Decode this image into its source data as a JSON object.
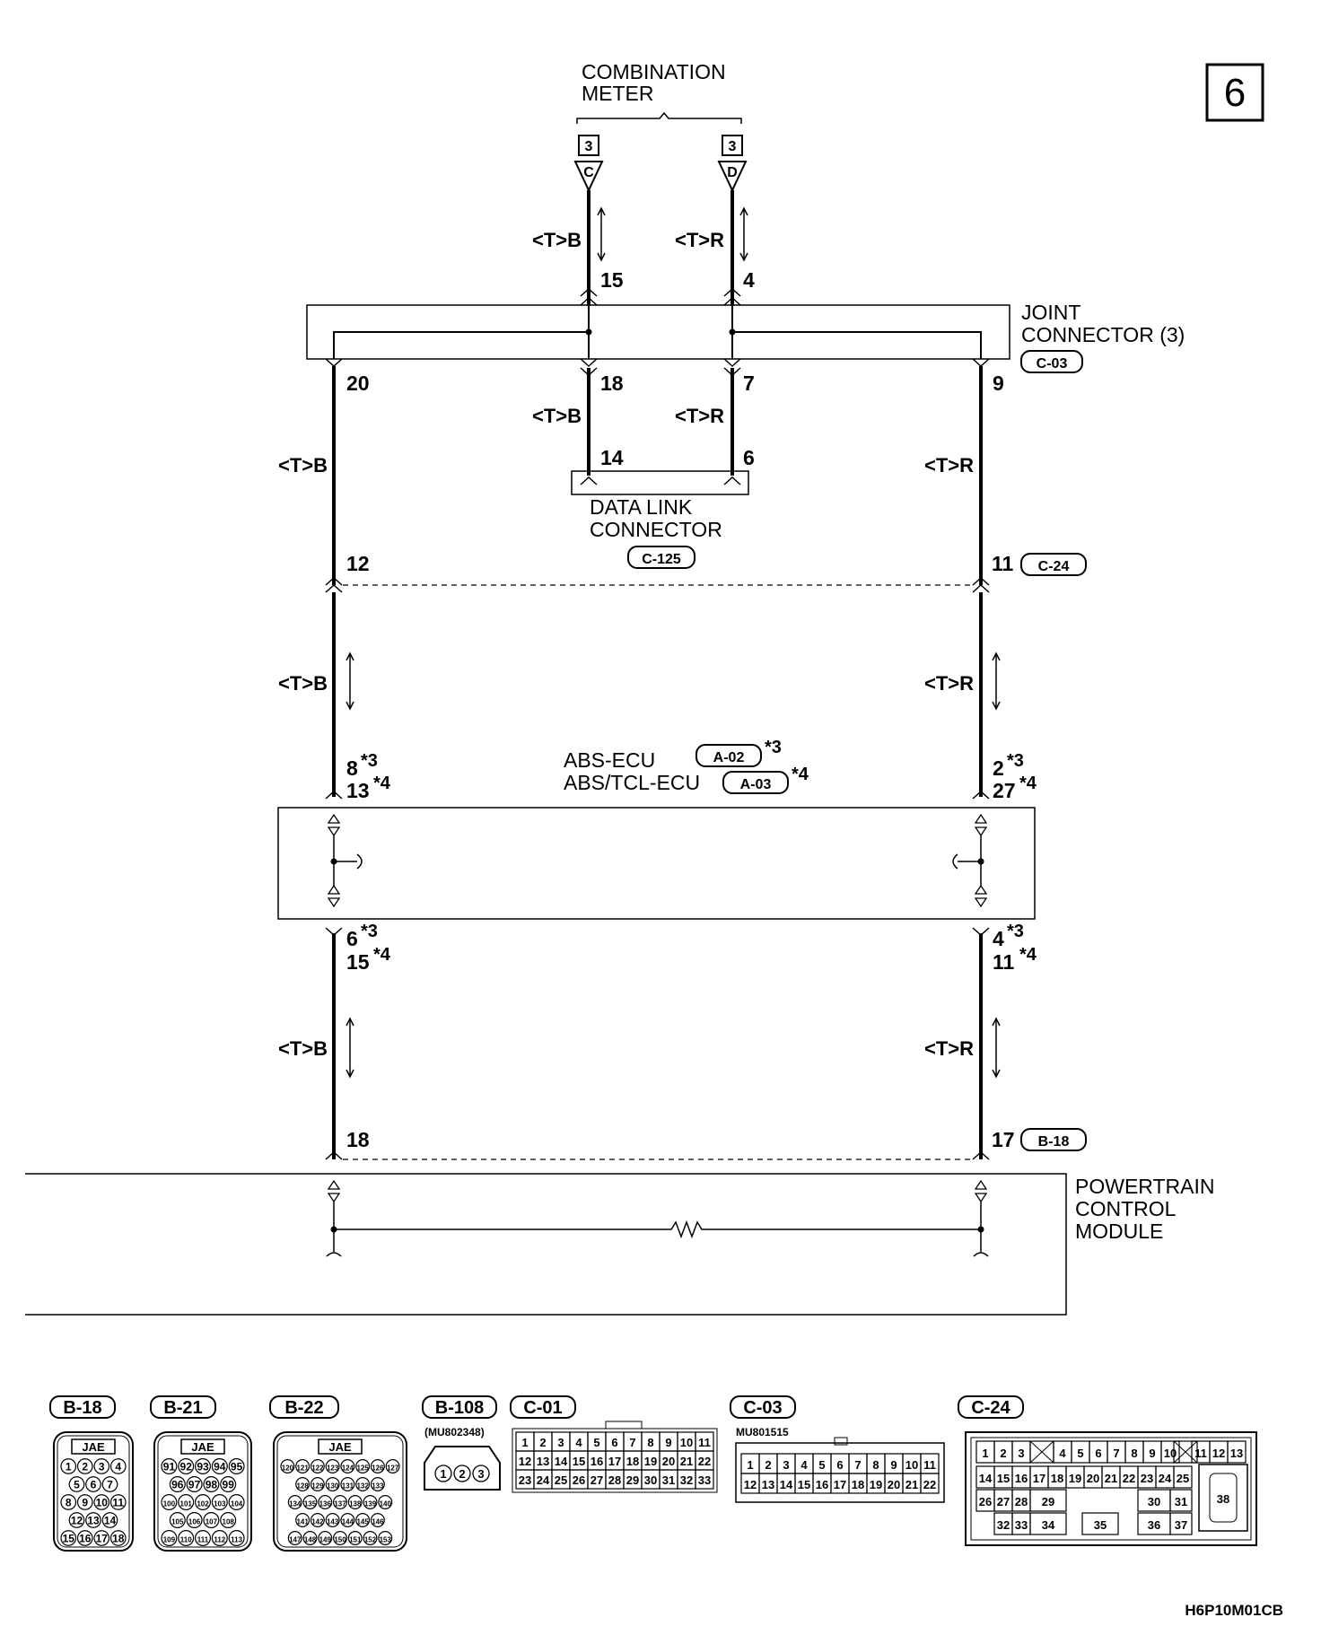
{
  "page_number": "6",
  "figure_code": "H6P10M01CB",
  "combination_meter": {
    "title_line1": "COMBINATION",
    "title_line2": "METER",
    "left_pin": {
      "box": "3",
      "letter": "C"
    },
    "right_pin": {
      "box": "3",
      "letter": "D"
    }
  },
  "wire_colors": {
    "black": "<T>B",
    "red": "<T>R"
  },
  "joint_connector": {
    "title_line1": "JOINT",
    "title_line2": "CONNECTOR (3)",
    "code": "C-03",
    "pins": {
      "top_left": "15",
      "top_right": "4",
      "left_out": "20",
      "mid_left": "18",
      "mid_right": "7",
      "right_out": "9"
    }
  },
  "data_link_connector": {
    "title_line1": "DATA LINK",
    "title_line2": "CONNECTOR",
    "code": "C-125",
    "pins": {
      "left": "14",
      "right": "6"
    }
  },
  "intermediate_connector": {
    "code": "C-24",
    "left_pin": "12",
    "right_pin": "11"
  },
  "abs_ecu": {
    "name1": "ABS-ECU",
    "code1": "A-02",
    "note1": "*3",
    "name2": "ABS/TCL-ECU",
    "code2": "A-03",
    "note2": "*4",
    "top_left_pins": [
      "8",
      "13"
    ],
    "top_right_pins": [
      "2",
      "27"
    ],
    "bottom_left_pins": [
      "6",
      "15"
    ],
    "bottom_right_pins": [
      "4",
      "11"
    ]
  },
  "pcm": {
    "title_line1": "POWERTRAIN",
    "title_line2": "CONTROL",
    "title_line3": "MODULE",
    "code": "B-18",
    "left_pin": "18",
    "right_pin": "17"
  },
  "connector_views": [
    {
      "code": "B-18",
      "maker": "JAE",
      "rows": [
        [
          "1",
          "2",
          "3",
          "4"
        ],
        [
          "5",
          "6",
          "7"
        ],
        [
          "8",
          "9",
          "10",
          "11"
        ],
        [
          "12",
          "13",
          "14"
        ],
        [
          "15",
          "16",
          "17",
          "18"
        ]
      ]
    },
    {
      "code": "B-21",
      "maker": "JAE",
      "rows": [
        [
          "91",
          "92",
          "93",
          "94",
          "95"
        ],
        [
          "96",
          "97",
          "98",
          "99"
        ],
        [
          "100",
          "101",
          "102",
          "103",
          "104"
        ],
        [
          "105",
          "106",
          "107",
          "108"
        ],
        [
          "109",
          "110",
          "111",
          "112",
          "113"
        ]
      ]
    },
    {
      "code": "B-22",
      "maker": "JAE",
      "rows": [
        [
          "120",
          "121",
          "122",
          "123",
          "124",
          "125",
          "126",
          "127"
        ],
        [
          "128",
          "129",
          "130",
          "131",
          "132",
          "133"
        ],
        [
          "134",
          "135",
          "136",
          "137",
          "138",
          "139",
          "140"
        ],
        [
          "141",
          "142",
          "143",
          "144",
          "145",
          "146"
        ],
        [
          "147",
          "148",
          "149",
          "150",
          "151",
          "152",
          "153"
        ]
      ]
    },
    {
      "code": "B-108",
      "part": "(MU802348)",
      "rows": [
        [
          "1",
          "2",
          "3"
        ]
      ]
    },
    {
      "code": "C-01",
      "rows": [
        [
          "1",
          "2",
          "3",
          "4",
          "5",
          "6",
          "7",
          "8",
          "9",
          "10",
          "11"
        ],
        [
          "12",
          "13",
          "14",
          "15",
          "16",
          "17",
          "18",
          "19",
          "20",
          "21",
          "22"
        ],
        [
          "23",
          "24",
          "25",
          "26",
          "27",
          "28",
          "29",
          "30",
          "31",
          "32",
          "33"
        ]
      ]
    },
    {
      "code": "C-03",
      "part": "MU801515",
      "rows": [
        [
          "1",
          "2",
          "3",
          "4",
          "5",
          "6",
          "7",
          "8",
          "9",
          "10",
          "11"
        ],
        [
          "12",
          "13",
          "14",
          "15",
          "16",
          "17",
          "18",
          "19",
          "20",
          "21",
          "22"
        ]
      ]
    },
    {
      "code": "C-24",
      "rows": [
        [
          "1",
          "2",
          "3",
          "4",
          "5",
          "6",
          "7",
          "8",
          "9",
          "10",
          "11",
          "12",
          "13"
        ],
        [
          "14",
          "15",
          "16",
          "17",
          "18",
          "19",
          "20",
          "21",
          "22",
          "23",
          "24",
          "25"
        ],
        [
          "26",
          "27",
          "28",
          "29",
          "30",
          "31"
        ],
        [
          "32",
          "33",
          "34",
          "35",
          "36",
          "37"
        ],
        [
          "38"
        ]
      ]
    }
  ]
}
